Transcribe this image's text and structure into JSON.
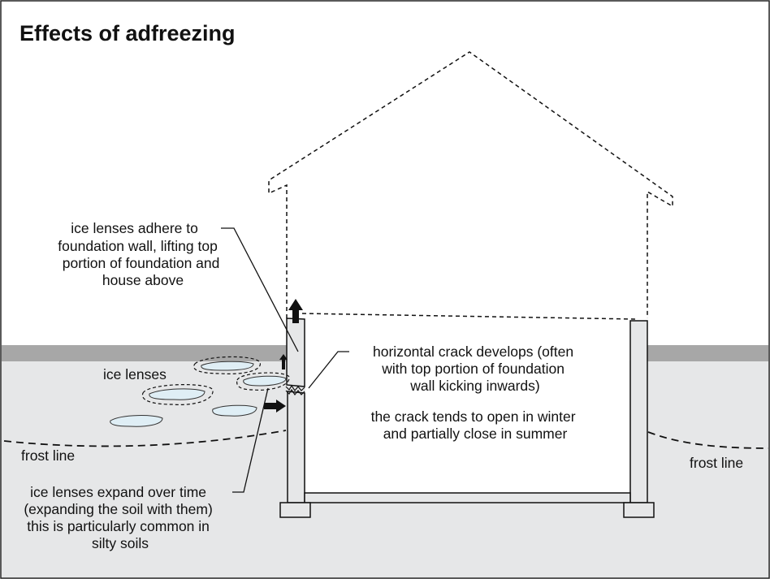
{
  "title": "Effects of adfreezing",
  "labels": {
    "lift": [
      "ice lenses adhere to",
      "foundation wall, lifting top",
      "portion of foundation and",
      "house above"
    ],
    "ice_lenses": "ice lenses",
    "crack": [
      "horizontal crack develops (often",
      "with top portion of foundation",
      "wall kicking inwards)"
    ],
    "crack_season": [
      "the crack tends to open in winter",
      "and partially close in summer"
    ],
    "frost_line_left": "frost line",
    "frost_line_right": "frost line",
    "expand": [
      "ice lenses expand over time",
      "(expanding the soil with them)",
      "this is particularly common in",
      "silty soils"
    ]
  },
  "colors": {
    "soil": "#e6e7e8",
    "grade": "#a7a7a7",
    "ice": "#dfeef5",
    "line": "#111111"
  }
}
